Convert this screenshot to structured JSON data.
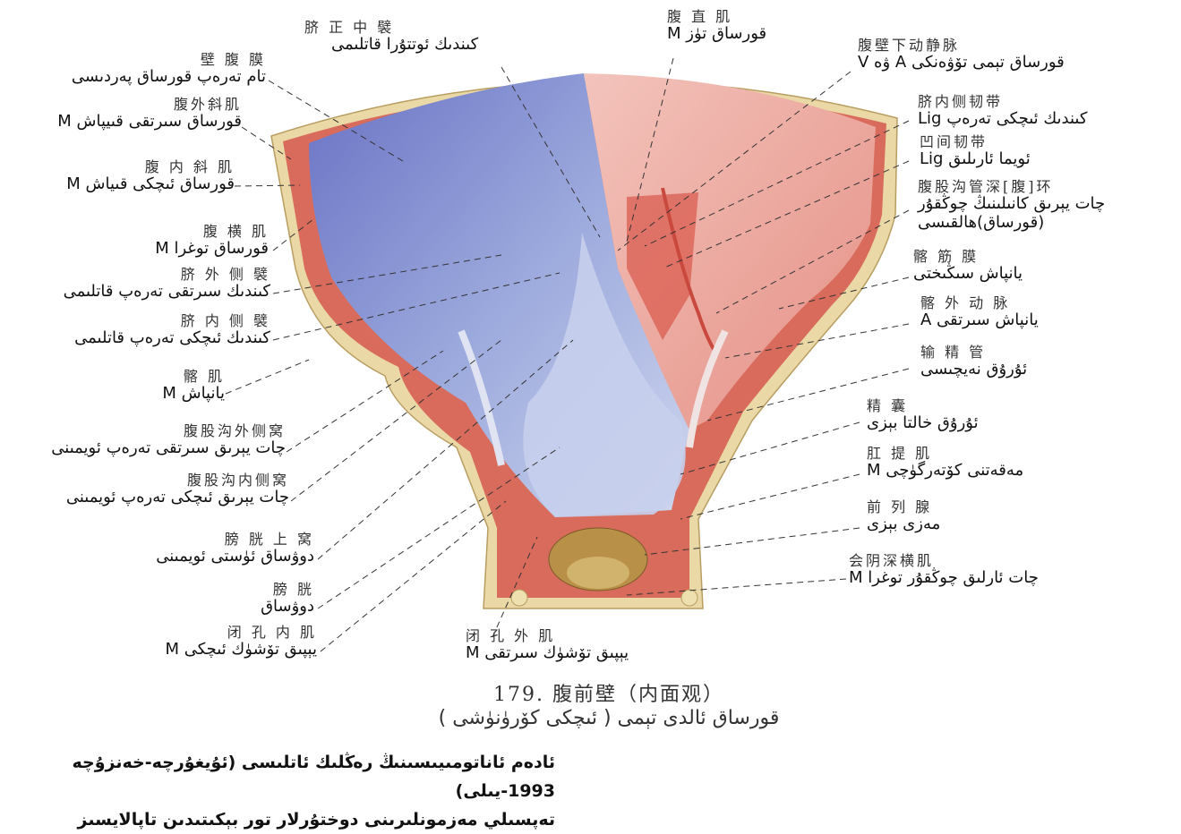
{
  "labels": {
    "parietal_peritoneum": {
      "zh": "壁 腹 膜",
      "ug": "تام تەرەپ قورساق پەردىسى"
    },
    "external_oblique": {
      "zh": "腹外斜肌",
      "ug": "M قورساق سىرتقى قىيپاش"
    },
    "internal_oblique": {
      "zh": "腹 内 斜 肌",
      "ug": "M قورساق ئىچكى قىياش"
    },
    "transversus": {
      "zh": "腹 横 肌",
      "ug": "قورساق توغرا M"
    },
    "lateral_umbilical_fold": {
      "zh": "脐 外 侧 襞",
      "ug": "كىندىك سىرتقى تەرەپ قاتلىمى"
    },
    "medial_umbilical_fold": {
      "zh": "脐 内 侧 襞",
      "ug": "كىندىك ئىچكى تەرەپ قاتلىمى"
    },
    "iliacus": {
      "zh": "髂 肌",
      "ug": "M يانپاش"
    },
    "lateral_inguinal_fossa": {
      "zh": "腹股沟外侧窝",
      "ug": "چات يېرىق سىرتقى تەرەپ ئويمىنى"
    },
    "medial_inguinal_fossa": {
      "zh": "腹股沟内侧窝",
      "ug": "چات يېرىق ئىچكى تەرەپ ئويمىنى"
    },
    "supravesical_fossa": {
      "zh": "膀 胱 上 窝",
      "ug": "دوۋساق ئۈستى ئويمىنى"
    },
    "bladder": {
      "zh": "膀 胱",
      "ug": "دوۋساق"
    },
    "obturator_internus": {
      "zh": "闭 孔 内 肌",
      "ug": "M يېپىق تۆشۈك ئىچكى"
    },
    "obturator_externus": {
      "zh": "闭 孔 外 肌",
      "ug": "M يېپىق تۆشۈك سىرتقى"
    },
    "median_umbilical_fold": {
      "zh": "脐 正 中 襞",
      "ug": "كىندىك ئوتتۇرا قاتلىمى"
    },
    "rectus_abdominis": {
      "zh": "腹 直 肌",
      "ug": "قورساق تۈز M"
    },
    "inferior_epigastric_vessels": {
      "zh": "腹壁下动静脉",
      "ug": "قورساق تېمى تۆۋەنكى A ۋە V"
    },
    "medial_umbilical_ligament": {
      "zh": "脐内侧韧带",
      "ug": "كىندىك ئىچكى تەرەپ Lig"
    },
    "interfoveolar_ligament": {
      "zh": "凹间韧带",
      "ug": "ئويما ئارىلىق Lig"
    },
    "deep_inguinal_ring": {
      "zh": "腹股沟管深[腹]环",
      "ug": "چات يېرىق كانىلىنىڭ چوڭقۇر",
      "ug2": "(قورساق)ھالقىسى"
    },
    "iliac_fascia": {
      "zh": "髂 筋 膜",
      "ug": "يانپاش سىڭىختى"
    },
    "external_iliac_artery": {
      "zh": "髂 外 动 脉",
      "ug": "يانپاش سىرتقى A"
    },
    "ductus_deferens": {
      "zh": "输 精 管",
      "ug": "ئۇرۇق نەيچىسى"
    },
    "seminal_vesicle": {
      "zh": "精 囊",
      "ug": "ئۇرۇق خالتا بېزى"
    },
    "levator_ani": {
      "zh": "肛 提 肌",
      "ug": "مەقەتنى كۆتەرگۈچى M"
    },
    "prostate": {
      "zh": "前 列 腺",
      "ug": "مەزى بېزى"
    },
    "deep_transverse_perineal": {
      "zh": "会阴深横肌",
      "ug": "چات ئارلىق چوڭقۇر توغرا M"
    }
  },
  "caption": {
    "title": "179.  腹前壁（内面观）",
    "subtitle": "قورساق ئالدى تېمى ( ئىچكى كۆرۈنۈشى )"
  },
  "footer": {
    "line1": "ئادەم ئاناتومىيىسىنىڭ رەڭلىك ئاتلىسى (ئۇيغۇرچە-خەنزۇچە 1993-يىلى)",
    "line2": "تەپسىلي مەزمونلىرىنى دوختۇرلار تور بېكىتىدىن تاپالايسىز"
  },
  "colors": {
    "peritoneum": "#8d9bd6",
    "muscle": "#e3857a",
    "fat": "#e9d9a8",
    "prostate": "#b08a45"
  }
}
